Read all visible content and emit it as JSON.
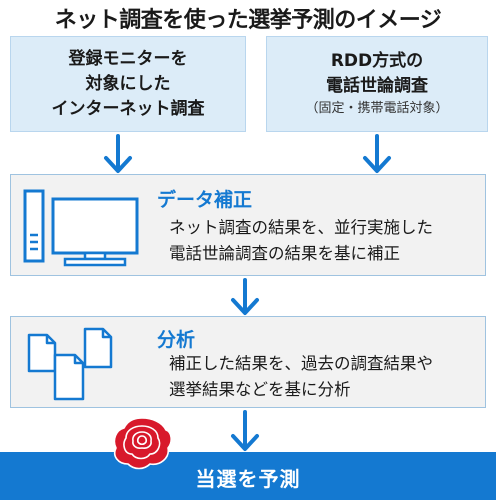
{
  "title": "ネット調査を使った選挙予測のイメージ",
  "sources": {
    "left": {
      "lines": [
        "登録モニターを",
        "対象にした",
        "インターネット調査"
      ]
    },
    "right": {
      "lines": [
        "RDD方式の",
        "電話世論調査"
      ],
      "note": "（固定・携帯電話対象）"
    }
  },
  "steps": [
    {
      "heading": "データ補正",
      "text": [
        "ネット調査の結果を、並行実施した",
        "電話世論調査の結果を基に補正"
      ],
      "icon": "computer-icon"
    },
    {
      "heading": "分析",
      "text": [
        "補正した結果を、過去の調査結果や",
        "選挙結果などを基に分析"
      ],
      "icon": "documents-icon"
    }
  ],
  "result": {
    "label": "当選を予測",
    "icon": "rose-icon"
  },
  "colors": {
    "accent": "#1479d1",
    "source_box": "#dcecf8",
    "panel": "#f2f2f2",
    "rose": "#d8192b"
  }
}
